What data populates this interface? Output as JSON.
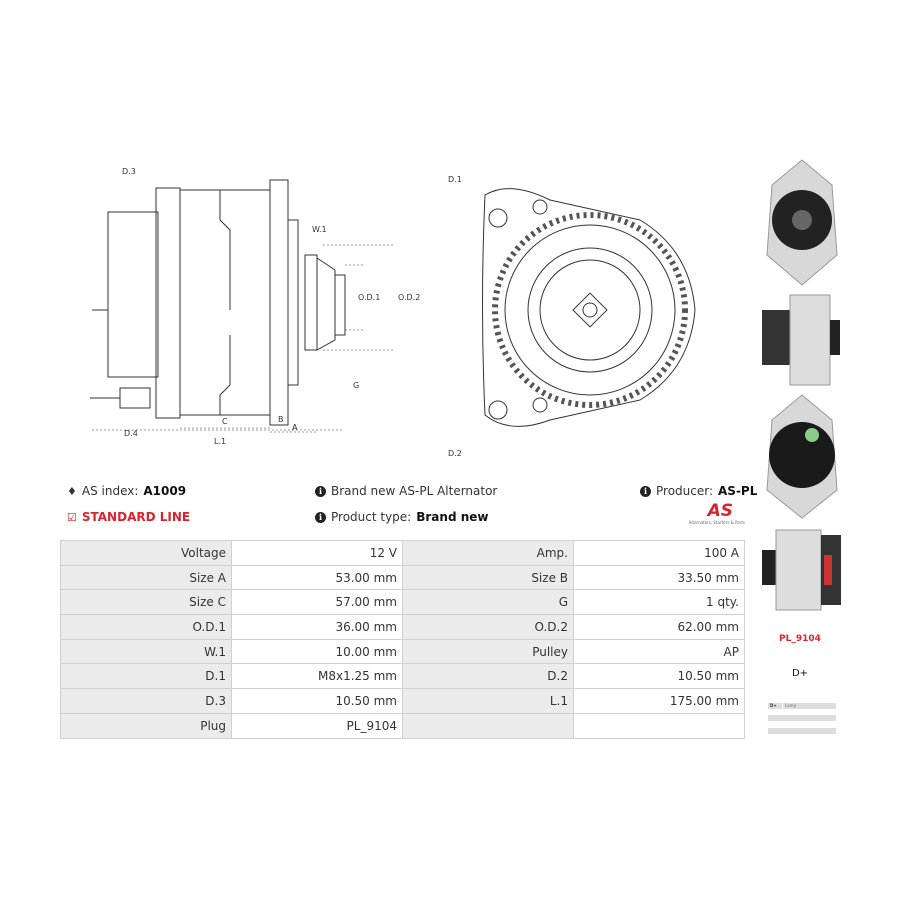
{
  "diagram_labels": {
    "d3": "D.3",
    "d4": "D.4",
    "w1": "W.1",
    "od1": "O.D.1",
    "od2": "O.D.2",
    "g": "G",
    "c": "C",
    "b": "B",
    "a": "A",
    "l1": "L.1",
    "d1": "D.1",
    "d2": "D.2"
  },
  "info": {
    "as_index_label": "AS index:",
    "as_index_value": "A1009",
    "line": "STANDARD LINE",
    "description": "Brand new AS-PL Alternator",
    "product_type_label": "Product type:",
    "product_type_value": "Brand new",
    "producer_label": "Producer:",
    "producer_value": "AS-PL",
    "logo_text": "AS",
    "logo_tagline": "Alternators, Starters & Parts"
  },
  "specs": [
    [
      "Voltage",
      "12 V",
      "Amp.",
      "100 A"
    ],
    [
      "Size A",
      "53.00 mm",
      "Size B",
      "33.50 mm"
    ],
    [
      "Size C",
      "57.00 mm",
      "G",
      "1 qty."
    ],
    [
      "O.D.1",
      "36.00 mm",
      "O.D.2",
      "62.00 mm"
    ],
    [
      "W.1",
      "10.00 mm",
      "Pulley",
      "AP"
    ],
    [
      "D.1",
      "M8x1.25 mm",
      "D.2",
      "10.50 mm"
    ],
    [
      "D.3",
      "10.50 mm",
      "L.1",
      "175.00 mm"
    ],
    [
      "Plug",
      "PL_9104",
      "",
      ""
    ]
  ],
  "plug": {
    "name": "PL_9104",
    "terminal": "D+",
    "pin_label": "D+",
    "pin_function": "Lamp"
  },
  "colors": {
    "accent": "#d9232e"
  }
}
